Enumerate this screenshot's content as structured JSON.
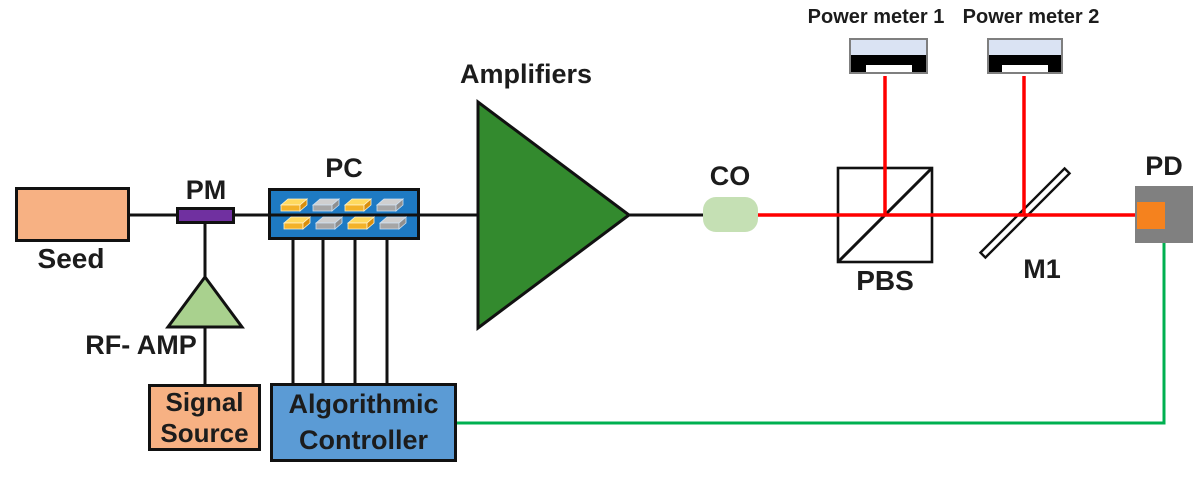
{
  "diagram": {
    "components": {
      "seed": {
        "label": "Seed"
      },
      "pm": {
        "label": "PM"
      },
      "rf_amp": {
        "label": "RF- AMP"
      },
      "signal_source": {
        "line1": "Signal",
        "line2": "Source"
      },
      "pc": {
        "label": "PC",
        "plates": [
          "yellow",
          "gray",
          "yellow",
          "gray"
        ]
      },
      "algorithmic_controller": {
        "line1": "Algorithmic",
        "line2": "Controller"
      },
      "amplifiers": {
        "label": "Amplifiers"
      },
      "co": {
        "label": "CO"
      },
      "pbs": {
        "label": "PBS"
      },
      "power_meter_1": {
        "label": "Power meter 1"
      },
      "power_meter_2": {
        "label": "Power meter 2"
      },
      "m1": {
        "label": "M1"
      },
      "pd": {
        "label": "PD"
      }
    },
    "colors": {
      "box_orange": "#f7b183",
      "pm_purple": "#7030a0",
      "rf_amp_green": "#a9d18e",
      "amplifier_green": "#338a2e",
      "pc_blue": "#1e7ac3",
      "controller_blue": "#5b9bd5",
      "co_green": "#c5e0b4",
      "pd_gray": "#808080",
      "pd_orange": "#f5821e",
      "meter_top": "#dae3f3",
      "meter_border": "#7f7f7f",
      "beam_red": "#ff0000",
      "feedback_green": "#00b050",
      "line_black": "#111111"
    },
    "plate_colors": {
      "yellow": {
        "top": "#ffd95e",
        "front": "#f3b229",
        "side": "#d98e0b",
        "stroke": "#fff2cc"
      },
      "gray": {
        "top": "#cfcfcf",
        "front": "#a6a6a6",
        "side": "#8f8f8f",
        "stroke": "#cfe2f3"
      }
    }
  }
}
